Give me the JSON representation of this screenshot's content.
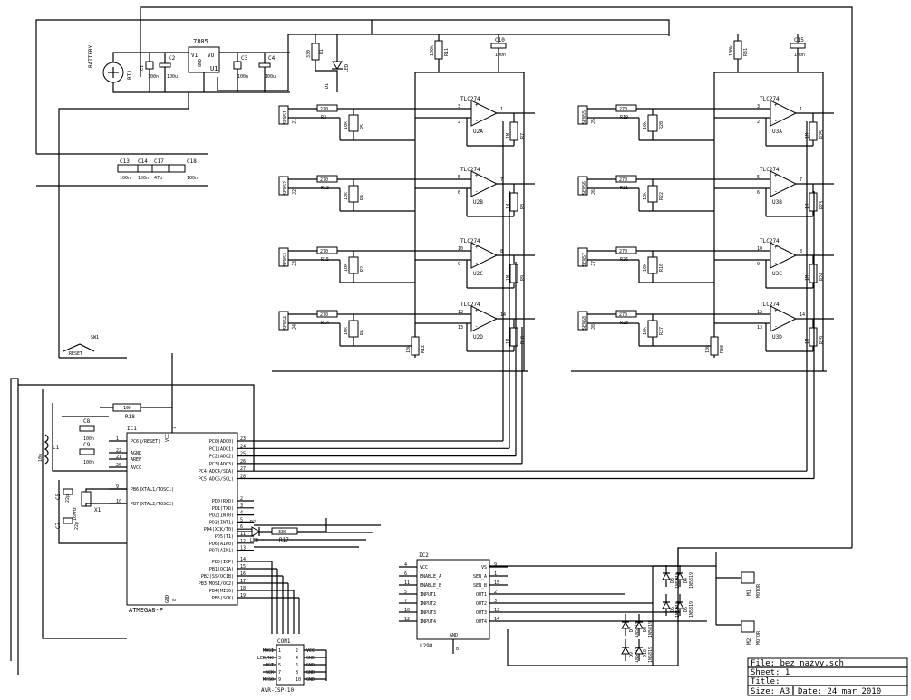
{
  "title_block": {
    "file": "File: bez_nazvy.sch",
    "sheet": "Sheet: 1",
    "title": "Title:",
    "size": "Size: A3",
    "date": "Date: 24 mar 2010"
  },
  "power": {
    "battery_label": "BATTERY",
    "battery_ref": "BT1",
    "regulator_name": "7805",
    "regulator_ref": "U1",
    "regulator_pins": [
      "VI",
      "VO",
      "GND"
    ],
    "caps": [
      {
        "ref": "C1",
        "value": "100n"
      },
      {
        "ref": "C2",
        "value": "100u"
      },
      {
        "ref": "C3",
        "value": "100n"
      },
      {
        "ref": "C4",
        "value": "100u"
      }
    ],
    "led_ref": "D1",
    "led_label": "LED",
    "led_resistor": {
      "ref": "R1",
      "value": "330"
    }
  },
  "decoupling": [
    {
      "ref": "C13",
      "value": "100n"
    },
    {
      "ref": "C14",
      "value": "100n"
    },
    {
      "ref": "C17",
      "value": "47u"
    },
    {
      "ref": "C18",
      "value": "100n"
    }
  ],
  "opamp_blocks": {
    "left": {
      "divider": {
        "ref": "R11",
        "value": "100k"
      },
      "cap": {
        "ref": "C10",
        "value": "100n"
      },
      "units": [
        {
          "name": "TLC274",
          "ref": "U2A",
          "plus": "3",
          "minus": "2",
          "out": "1",
          "sensor": "SENS1",
          "rin": {
            "ref": "R3",
            "value": "270"
          },
          "rpot": {
            "ref": "R5",
            "value": "10k"
          },
          "rfb": {
            "ref": "R7",
            "value": "1M"
          }
        },
        {
          "name": "TLC274",
          "ref": "U2B",
          "plus": "5",
          "minus": "6",
          "out": "7",
          "sensor": "SENS2",
          "rin": {
            "ref": "R13",
            "value": "270"
          },
          "rpot": {
            "ref": "R4",
            "value": "10k"
          },
          "rfb": {
            "ref": "R8",
            "value": "1M"
          }
        },
        {
          "name": "TLC274",
          "ref": "U2C",
          "plus": "10",
          "minus": "9",
          "out": "8",
          "sensor": "SENS3",
          "rin": {
            "ref": "R15",
            "value": "270"
          },
          "rpot": {
            "ref": "R2",
            "value": "10k"
          },
          "rfb": {
            "ref": "R9",
            "value": "1M"
          }
        },
        {
          "name": "TLC274",
          "ref": "U2D",
          "plus": "12",
          "minus": "13",
          "out": "14",
          "sensor": "SENS4",
          "rin": {
            "ref": "R14",
            "value": "270"
          },
          "rpot": {
            "ref": "R6",
            "value": "10k"
          },
          "rfb": {
            "ref": "R10",
            "value": "1M"
          }
        }
      ],
      "bottom_res": {
        "ref": "R12",
        "value": "10k"
      }
    },
    "right": {
      "divider": {
        "ref": "R31",
        "value": "100k"
      },
      "cap": {
        "ref": "C15",
        "value": "100n"
      },
      "units": [
        {
          "name": "TLC274",
          "ref": "U3A",
          "plus": "3",
          "minus": "2",
          "out": "1",
          "sensor": "SENS5",
          "rin": {
            "ref": "R19",
            "value": "270"
          },
          "rpot": {
            "ref": "R20",
            "value": "10k"
          },
          "rfb": {
            "ref": "R25",
            "value": "1M"
          }
        },
        {
          "name": "TLC274",
          "ref": "U3B",
          "plus": "5",
          "minus": "6",
          "out": "7",
          "sensor": "SENS6",
          "rin": {
            "ref": "R21",
            "value": "270"
          },
          "rpot": {
            "ref": "R22",
            "value": "10k"
          },
          "rfb": {
            "ref": "R23",
            "value": "1M"
          }
        },
        {
          "name": "TLC274",
          "ref": "U3C",
          "plus": "10",
          "minus": "9",
          "out": "8",
          "sensor": "SENS7",
          "rin": {
            "ref": "R26",
            "value": "270"
          },
          "rpot": {
            "ref": "R16",
            "value": "10k"
          },
          "rfb": {
            "ref": "R24",
            "value": "1M"
          }
        },
        {
          "name": "TLC274",
          "ref": "U3D",
          "plus": "12",
          "minus": "13",
          "out": "14",
          "sensor": "SENS8",
          "rin": {
            "ref": "R28",
            "value": "270"
          },
          "rpot": {
            "ref": "R27",
            "value": "10k"
          },
          "rfb": {
            "ref": "R29",
            "value": "1M"
          }
        }
      ],
      "bottom_res": {
        "ref": "R30",
        "value": "10k"
      }
    }
  },
  "mcu": {
    "ref": "IC1",
    "name": "ATMEGA8-P",
    "switch": {
      "ref": "SW1",
      "label": "RESET"
    },
    "pullup": {
      "ref": "R18",
      "value": "10k"
    },
    "caps": [
      {
        "ref": "C8",
        "value": "100n"
      },
      {
        "ref": "C9",
        "value": "100n"
      },
      {
        "ref": "C5",
        "value": "22p"
      },
      {
        "ref": "C7",
        "value": "22p"
      }
    ],
    "inductor": {
      "ref": "L1",
      "value": "10u"
    },
    "crystal": {
      "ref": "X1",
      "value": "16MHz"
    },
    "left_pins": [
      {
        "num": "1",
        "name": "PC6(/RESET)"
      },
      {
        "num": "22",
        "name": "AGND"
      },
      {
        "num": "21",
        "name": "AREF"
      },
      {
        "num": "20",
        "name": "AVCC"
      },
      {
        "num": "9",
        "name": "PB6(XTAL1/TOSC1)"
      },
      {
        "num": "10",
        "name": "PB7(XTAL2/TOSC2)"
      }
    ],
    "right_pins_top": [
      {
        "num": "23",
        "name": "PC0(ADC0)"
      },
      {
        "num": "24",
        "name": "PC1(ADC1)"
      },
      {
        "num": "25",
        "name": "PC2(ADC2)"
      },
      {
        "num": "26",
        "name": "PC3(ADC3)"
      },
      {
        "num": "27",
        "name": "PC4(ADC4/SDA)"
      },
      {
        "num": "28",
        "name": "PC5(ADC5/SCL)"
      }
    ],
    "right_pins_mid": [
      {
        "num": "2",
        "name": "PD0(RXD)"
      },
      {
        "num": "3",
        "name": "PD1(TXD)"
      },
      {
        "num": "4",
        "name": "PD2(INT0)"
      },
      {
        "num": "5",
        "name": "PD3(INT1)"
      },
      {
        "num": "6",
        "name": "PD4(XCK/T0)"
      },
      {
        "num": "11",
        "name": "PD5(T1)"
      },
      {
        "num": "12",
        "name": "PD6(AIN0)"
      },
      {
        "num": "13",
        "name": "PD7(AIN1)"
      }
    ],
    "right_pins_low": [
      {
        "num": "14",
        "name": "PB0(ICP)"
      },
      {
        "num": "15",
        "name": "PB1(OC1A)"
      },
      {
        "num": "16",
        "name": "PB2(SS/OC1B)"
      },
      {
        "num": "17",
        "name": "PB3(MOSI/OC2)"
      },
      {
        "num": "18",
        "name": "PB4(MISO)"
      },
      {
        "num": "19",
        "name": "PB5(SCK)"
      }
    ],
    "bottom_pins": [
      {
        "num": "8",
        "name": "GND"
      },
      {
        "num": "7",
        "name": "VCC"
      }
    ],
    "led": {
      "ref": "D2",
      "label": "LED"
    },
    "led_res": {
      "ref": "R17",
      "value": "330"
    }
  },
  "driver": {
    "ref": "IC2",
    "name": "L298",
    "left_pins": [
      {
        "num": "4",
        "name": "VCC"
      },
      {
        "num": "6",
        "name": "ENABLE_A"
      },
      {
        "num": "11",
        "name": "ENABLE_B"
      },
      {
        "num": "5",
        "name": "INPUT1"
      },
      {
        "num": "7",
        "name": "INPUT2"
      },
      {
        "num": "10",
        "name": "INPUT3"
      },
      {
        "num": "12",
        "name": "INPUT4"
      }
    ],
    "right_pins": [
      {
        "num": "9",
        "name": "VS"
      },
      {
        "num": "1",
        "name": "SEN_A"
      },
      {
        "num": "15",
        "name": "SEN_B"
      },
      {
        "num": "2",
        "name": "OUT1"
      },
      {
        "num": "3",
        "name": "OUT2"
      },
      {
        "num": "13",
        "name": "OUT3"
      },
      {
        "num": "14",
        "name": "OUT4"
      }
    ],
    "bottom_pin": {
      "num": "8",
      "name": "GND"
    }
  },
  "isp": {
    "ref": "CON1",
    "name": "AVR-ISP-10",
    "left_labels": [
      "MOSI",
      "LED/NC",
      "RST",
      "SCK",
      "MISO"
    ],
    "right_labels": [
      "VCC",
      "GND",
      "GND",
      "GND",
      "GND"
    ],
    "pin_numbers": [
      "1",
      "2",
      "3",
      "4",
      "5",
      "6",
      "7",
      "8",
      "9",
      "10"
    ]
  },
  "motors": [
    {
      "ref": "M1",
      "label": "MOTOR"
    },
    {
      "ref": "M2",
      "label": "MOTOR"
    }
  ],
  "diodes": [
    {
      "ref": "D3",
      "value": "1N5819"
    },
    {
      "ref": "D4",
      "value": "1N5819"
    },
    {
      "ref": "D5",
      "value": "1N5819"
    },
    {
      "ref": "D6",
      "value": "1N5819"
    },
    {
      "ref": "D7",
      "value": "1N5819"
    },
    {
      "ref": "D8",
      "value": "1N5819"
    },
    {
      "ref": "D9",
      "value": "1N5819"
    },
    {
      "ref": "D10",
      "value": "1N5819"
    }
  ]
}
